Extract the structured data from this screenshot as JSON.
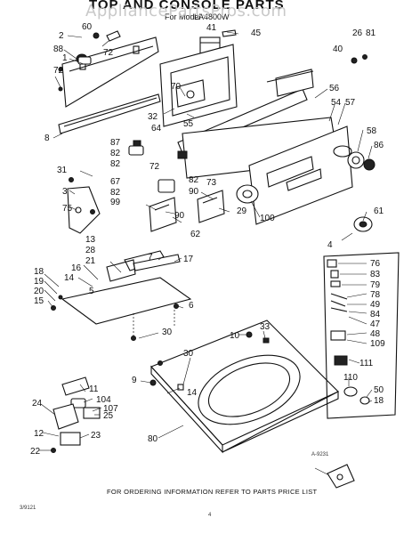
{
  "header": {
    "title": "TOP AND CONSOLE PARTS",
    "model_prefix": "For Model",
    "model": "LA4800W"
  },
  "watermark": "AppliancePartsPros.com",
  "footer": {
    "ordering_note": "FOR ORDERING INFORMATION REFER TO PARTS PRICE LIST",
    "drawing_number": "A-9231",
    "date_code": "3/9121",
    "page": "4"
  },
  "callouts": [
    "2",
    "60",
    "88",
    "1",
    "72",
    "8",
    "41",
    "45",
    "26",
    "81",
    "72",
    "40",
    "70",
    "32",
    "64",
    "55",
    "56",
    "54",
    "57",
    "58",
    "86",
    "87",
    "82",
    "82",
    "72",
    "31",
    "67",
    "82",
    "99",
    "82",
    "73",
    "90",
    "90",
    "29",
    "100",
    "62",
    "61",
    "4",
    "3",
    "75",
    "76",
    "83",
    "79",
    "78",
    "49",
    "84",
    "47",
    "48",
    "109",
    "111",
    "110",
    "50",
    "18",
    "13",
    "28",
    "21",
    "7",
    "17",
    "18",
    "19",
    "20",
    "15",
    "16",
    "14",
    "5",
    "6",
    "30",
    "10",
    "33",
    "30",
    "9",
    "14",
    "11",
    "104",
    "107",
    "24",
    "25",
    "12",
    "23",
    "22",
    "80"
  ]
}
